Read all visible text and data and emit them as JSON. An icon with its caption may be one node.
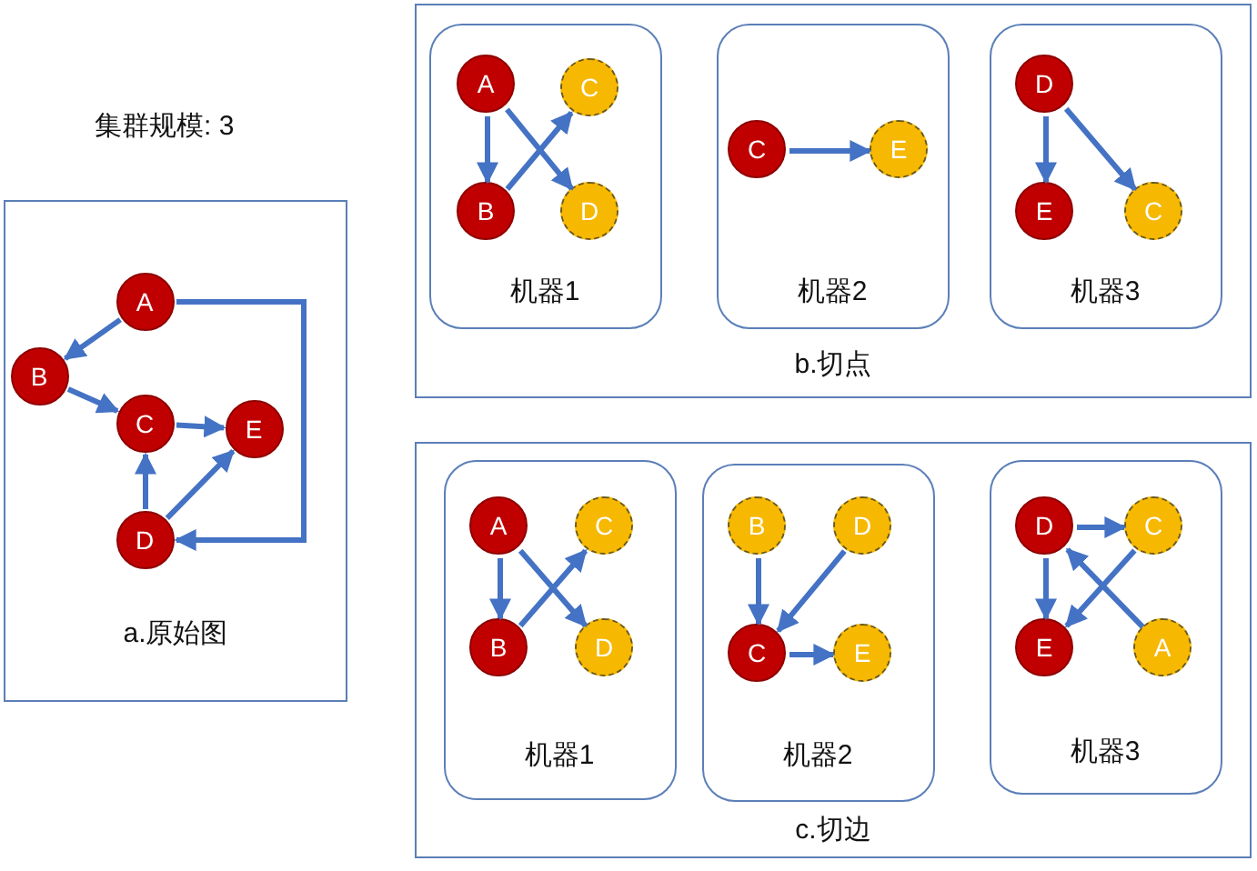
{
  "diagram": {
    "nodes": [
      {
        "text": [
          "a.原始图"
        ]
      },
      {
        "text": [
          "A"
        ],
        "in": 0
      },
      {
        "text": [
          "B"
        ],
        "in": 0
      },
      {
        "text": [
          "C"
        ],
        "in": 0
      },
      {
        "text": [
          "E"
        ],
        "in": 0
      },
      {
        "text": [
          "D"
        ],
        "in": 0
      },
      {
        "text": [
          "b.切点"
        ]
      },
      {
        "text": [
          "机器1"
        ],
        "in": 6
      },
      {
        "text": [
          "A"
        ],
        "in": 7
      },
      {
        "text": [
          "C"
        ],
        "in": 7
      },
      {
        "text": [
          "B"
        ],
        "in": 7
      },
      {
        "text": [
          "D"
        ],
        "in": 7
      },
      {
        "text": [
          "机器2"
        ],
        "in": 6
      },
      {
        "text": [
          "C"
        ],
        "in": 12
      },
      {
        "text": [
          "E"
        ],
        "in": 12
      },
      {
        "text": [
          "机器3"
        ],
        "in": 6
      },
      {
        "text": [
          "D"
        ],
        "in": 15
      },
      {
        "text": [
          "E"
        ],
        "in": 15
      },
      {
        "text": [
          "C"
        ],
        "in": 15
      },
      {
        "text": [
          "c.切边"
        ]
      },
      {
        "text": [
          "机器1"
        ],
        "in": 19
      },
      {
        "text": [
          "A"
        ],
        "in": 20
      },
      {
        "text": [
          "C"
        ],
        "in": 20
      },
      {
        "text": [
          "B"
        ],
        "in": 20
      },
      {
        "text": [
          "D"
        ],
        "in": 20
      },
      {
        "text": [
          "机器2"
        ],
        "in": 19
      },
      {
        "text": [
          "B"
        ],
        "in": 25
      },
      {
        "text": [
          "D"
        ],
        "in": 25
      },
      {
        "text": [
          "C"
        ],
        "in": 25
      },
      {
        "text": [
          "E"
        ],
        "in": 25
      },
      {
        "text": [
          "机器3"
        ],
        "in": 19
      },
      {
        "text": [
          "D"
        ],
        "in": 30
      },
      {
        "text": [
          "C"
        ],
        "in": 30
      },
      {
        "text": [
          "E"
        ],
        "in": 30
      },
      {
        "text": [
          "A"
        ],
        "in": 30
      }
    ],
    "edges": [
      {
        "from": 1,
        "to": 2,
        "arrow": "to"
      },
      {
        "from": 2,
        "to": 3,
        "arrow": "to"
      },
      {
        "from": 3,
        "to": 4,
        "arrow": "to"
      },
      {
        "from": 5,
        "to": 3,
        "arrow": "to"
      },
      {
        "from": 5,
        "to": 4,
        "arrow": "to"
      },
      {
        "from": 1,
        "to": 5,
        "arrow": "to"
      },
      {
        "from": 8,
        "to": 10,
        "arrow": "to"
      },
      {
        "from": 8,
        "to": 11,
        "arrow": "to"
      },
      {
        "from": 10,
        "to": 9,
        "arrow": "to"
      },
      {
        "from": 13,
        "to": 14,
        "arrow": "to"
      },
      {
        "from": 16,
        "to": 17,
        "arrow": "to"
      },
      {
        "from": 16,
        "to": 18,
        "arrow": "to"
      },
      {
        "from": 21,
        "to": 23,
        "arrow": "to"
      },
      {
        "from": 21,
        "to": 24,
        "arrow": "to"
      },
      {
        "from": 23,
        "to": 22,
        "arrow": "to"
      },
      {
        "from": 26,
        "to": 28,
        "arrow": "to"
      },
      {
        "from": 27,
        "to": 28,
        "arrow": "to"
      },
      {
        "from": 28,
        "to": 29,
        "arrow": "to"
      },
      {
        "from": 31,
        "to": 32,
        "arrow": "to"
      },
      {
        "from": 31,
        "to": 33,
        "arrow": "to"
      },
      {
        "from": 32,
        "to": 33,
        "arrow": "to"
      },
      {
        "from": 34,
        "to": 31,
        "arrow": "to"
      }
    ],
    "labels": [
      "集群规模: 3"
    ]
  }
}
